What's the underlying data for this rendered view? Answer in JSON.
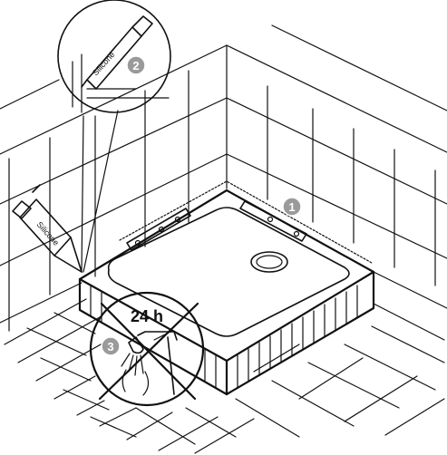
{
  "steps": [
    {
      "number": "1",
      "icon": "tray-mounting-strips-icon"
    },
    {
      "number": "2",
      "icon": "silicone-cartridge-icon"
    },
    {
      "number": "3",
      "icon": "no-shower-icon"
    }
  ],
  "labels": {
    "silicone_main": "Silicone",
    "silicone_detail": "Silicone",
    "cure_time": "24 h"
  },
  "colors": {
    "line": "#111111",
    "badge": "#9a9a9a",
    "background": "#ffffff"
  }
}
